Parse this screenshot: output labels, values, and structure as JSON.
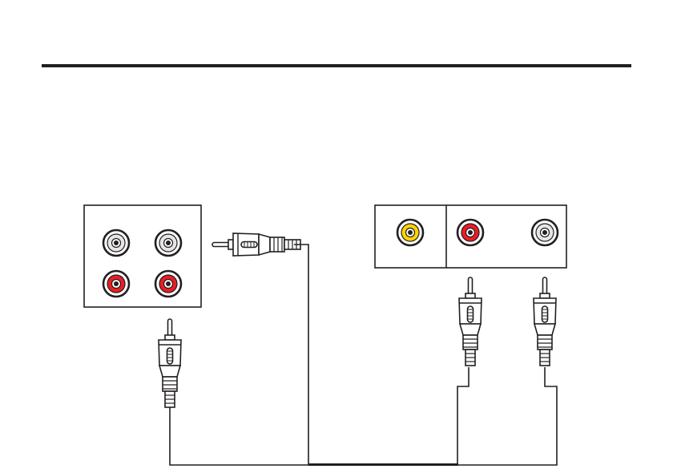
{
  "colors": {
    "background": "#ffffff",
    "line": "#231f20",
    "jack_yellow": "#ffd400",
    "jack_red": "#ed1c24",
    "jack_white": "#e6e6e6",
    "plug_body": "#ffffff"
  },
  "header": {
    "rule": true
  },
  "panels": {
    "left": {
      "jacks": [
        {
          "icon": "rca-jack-white-icon",
          "color": "white"
        },
        {
          "icon": "rca-jack-white-icon",
          "color": "white"
        },
        {
          "icon": "rca-jack-red-icon",
          "color": "red"
        },
        {
          "icon": "rca-jack-red-icon",
          "color": "red"
        }
      ]
    },
    "right": {
      "jacks": [
        {
          "icon": "rca-jack-yellow-icon",
          "color": "yellow"
        },
        {
          "icon": "rca-jack-red-icon",
          "color": "red"
        },
        {
          "icon": "rca-jack-white-icon",
          "color": "white"
        }
      ]
    }
  },
  "plugs": [
    {
      "icon": "rca-plug-icon",
      "orientation": "up"
    },
    {
      "icon": "rca-plug-icon",
      "orientation": "left"
    },
    {
      "icon": "rca-plug-icon",
      "orientation": "up"
    },
    {
      "icon": "rca-plug-icon",
      "orientation": "up"
    }
  ]
}
